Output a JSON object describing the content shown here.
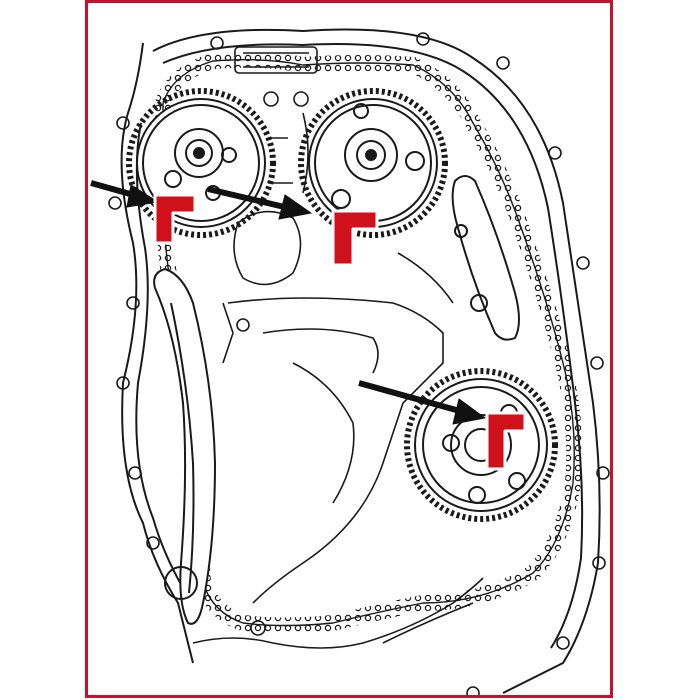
{
  "diagram": {
    "kind": "engine timing chain schematic",
    "colors": {
      "frame": "#c8102e",
      "line_art": "#1a1a1a",
      "marker_tool": "#d0101a",
      "pointer_arrow": "#111111",
      "background": "#ffffff"
    },
    "components": [
      {
        "id": "intake-camshaft-sprocket",
        "icon": "sprocket-icon"
      },
      {
        "id": "exhaust-camshaft-sprocket",
        "icon": "sprocket-icon"
      },
      {
        "id": "balance-shaft-sprocket",
        "icon": "sprocket-icon"
      },
      {
        "id": "timing-chain",
        "icon": "chain-icon"
      },
      {
        "id": "chain-tensioner-rail",
        "icon": "rail-icon"
      },
      {
        "id": "chain-guide-rail",
        "icon": "rail-icon"
      }
    ],
    "locking_tools": [
      {
        "id": "camshaft-locking-tool-1",
        "icon": "l-shaped-pin-icon"
      },
      {
        "id": "camshaft-locking-tool-2",
        "icon": "l-shaped-pin-icon"
      },
      {
        "id": "sprocket-locking-tool-3",
        "icon": "l-shaped-pin-icon"
      }
    ],
    "arrows": 3
  }
}
